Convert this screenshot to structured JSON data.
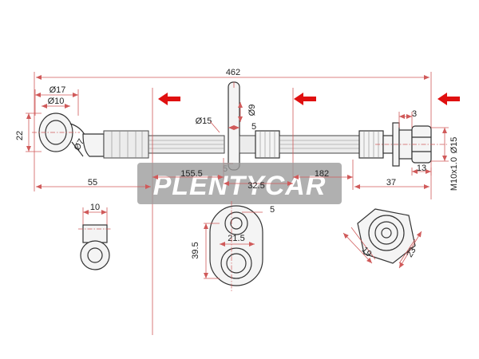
{
  "dimensions": {
    "total_length": "462",
    "eye_outer_dia": "Ø17",
    "eye_inner_dia": "Ø10",
    "eye_height": "22",
    "banjo_hole_dia": "Ø7",
    "eye_offset": "55",
    "collar_dia": "Ø15",
    "bracket_hole_dia": "Ø9",
    "bracket_thickness": "5",
    "bracket_offset": "5",
    "left_hose_length": "155.5",
    "bracket_length": "32.5",
    "right_hose_length": "182",
    "fitting_thread_len": "3",
    "fitting_dia": "Ø15",
    "fitting_hex": "13",
    "fitting_length": "37",
    "thread_spec": "M10x1.0",
    "eye_side_width": "10",
    "bracket_plate_width": "21.5",
    "bracket_plate_height": "39.5",
    "bracket_plate_thickness": "5",
    "hex_across_flats": "19",
    "hex_across_corners": "23"
  },
  "watermark": "PLENTYCAR",
  "colors": {
    "dimension_line": "#d05a5a",
    "arrow": "#e01010",
    "outline": "#333333",
    "watermark_bg": "#9a9a9a"
  },
  "icons": [
    "direction-arrow-icon",
    "direction-arrow-icon",
    "direction-arrow-icon"
  ]
}
